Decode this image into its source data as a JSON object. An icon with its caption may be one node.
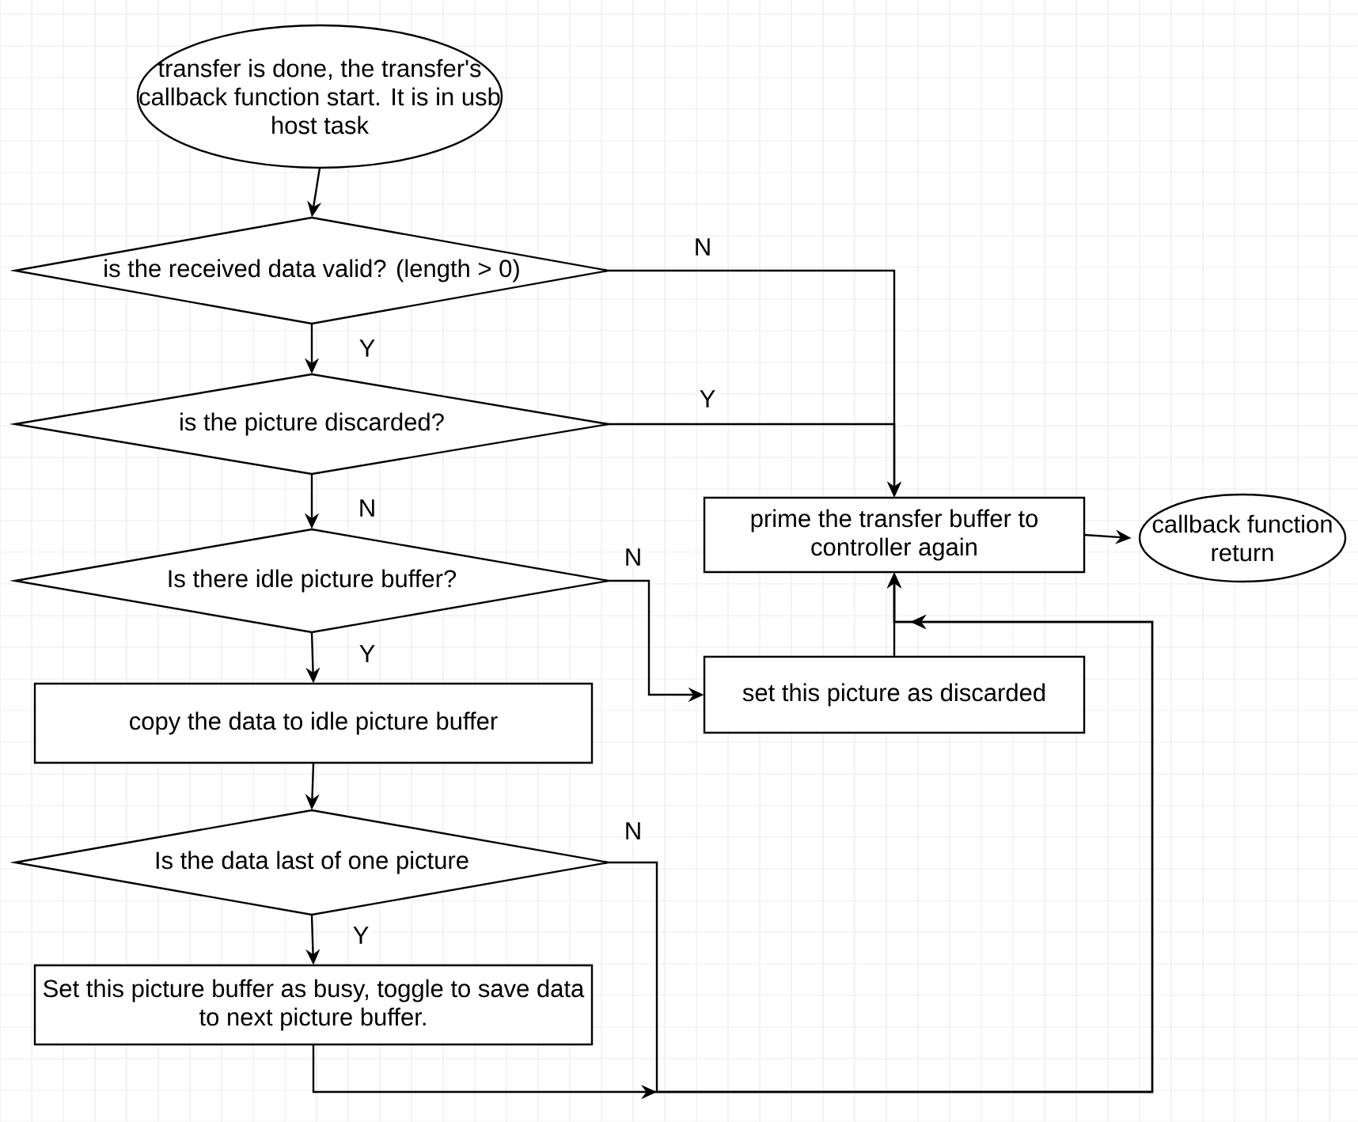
{
  "diagram": {
    "nodes": [
      {
        "text": [
          "transfer is done, the transfer's callback function start. It is in usb host task"
        ]
      },
      {
        "text": [
          "is the received data valid? (length > 0)"
        ]
      },
      {
        "text": [
          "is the picture discarded?"
        ]
      },
      {
        "text": [
          "Is there idle picture buffer?"
        ]
      },
      {
        "text": [
          "copy the data to idle picture buffer"
        ]
      },
      {
        "text": [
          "Is the data last of one picture"
        ]
      },
      {
        "text": [
          "Set this picture buffer as busy, toggle to save data to next picture buffer."
        ]
      },
      {
        "text": [
          "prime the transfer buffer to controller again"
        ]
      },
      {
        "text": [
          "callback function return"
        ]
      },
      {
        "text": [
          "set this picture as discarded"
        ]
      }
    ],
    "edges": [
      {
        "from": 0,
        "to": 1,
        "arrow": "to"
      },
      {
        "from": 1,
        "to": 2,
        "arrow": "to",
        "label": "Y"
      },
      {
        "from": 2,
        "to": 3,
        "arrow": "to",
        "label": "N"
      },
      {
        "from": 3,
        "to": 4,
        "arrow": "to",
        "label": "Y"
      },
      {
        "from": 4,
        "to": 5,
        "arrow": "to"
      },
      {
        "from": 5,
        "to": 6,
        "arrow": "to",
        "label": "Y"
      },
      {
        "from": 1,
        "to": 7,
        "arrow": "to",
        "label": "N"
      },
      {
        "from": 2,
        "to": 7,
        "arrow": "to",
        "label": "Y"
      },
      {
        "from": 3,
        "to": 9,
        "arrow": "to",
        "label": "N"
      },
      {
        "from": 5,
        "to": 7,
        "arrow": "to",
        "label": "N"
      },
      {
        "from": 6,
        "to": 7,
        "arrow": "to"
      },
      {
        "from": 9,
        "to": 7,
        "arrow": "to"
      },
      {
        "from": 7,
        "to": 8,
        "arrow": "to"
      }
    ]
  }
}
